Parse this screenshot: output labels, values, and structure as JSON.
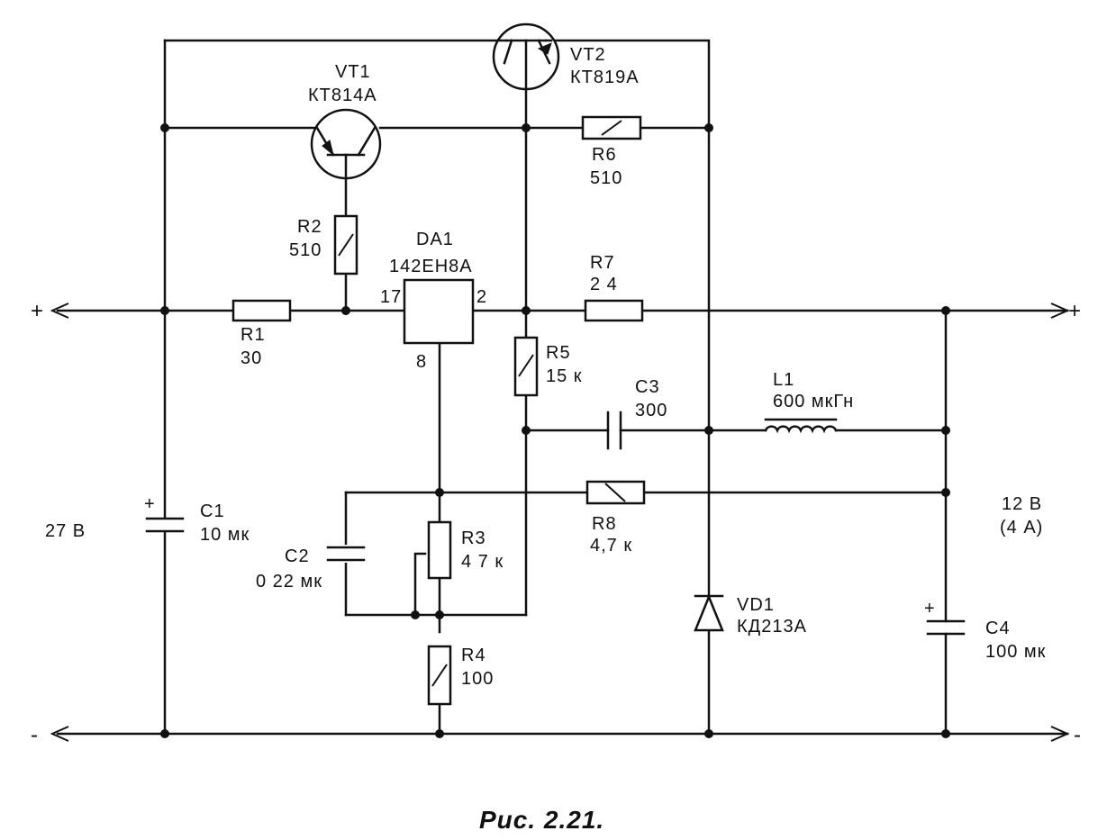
{
  "caption": "Рис. 2.21.",
  "input": {
    "plus": "+",
    "minus": "-",
    "voltage": "27 В"
  },
  "output": {
    "plus": "+",
    "minus": "-",
    "voltage": "12 В",
    "current": "(4 А)"
  },
  "components": {
    "VT1": {
      "ref": "VT1",
      "value": "КТ814А"
    },
    "VT2": {
      "ref": "VT2",
      "value": "КТ819А"
    },
    "DA1": {
      "ref": "DA1",
      "value": "142ЕН8А",
      "pin_in": "17",
      "pin_out": "2",
      "pin_gnd": "8"
    },
    "R1": {
      "ref": "R1",
      "value": "30"
    },
    "R2": {
      "ref": "R2",
      "value": "510"
    },
    "R3": {
      "ref": "R3",
      "value": "4 7 к"
    },
    "R4": {
      "ref": "R4",
      "value": "100"
    },
    "R5": {
      "ref": "R5",
      "value": "15 к"
    },
    "R6": {
      "ref": "R6",
      "value": "510"
    },
    "R7": {
      "ref": "R7",
      "value": "2 4"
    },
    "R8": {
      "ref": "R8",
      "value": "4,7 к"
    },
    "C1": {
      "ref": "C1",
      "value": "10 мк",
      "polarity": "+"
    },
    "C2": {
      "ref": "C2",
      "value": "0 22 мк"
    },
    "C3": {
      "ref": "C3",
      "value": "300"
    },
    "C4": {
      "ref": "C4",
      "value": "100 мк",
      "polarity": "+"
    },
    "L1": {
      "ref": "L1",
      "value": "600 мкГн"
    },
    "VD1": {
      "ref": "VD1",
      "value": "КД213А"
    }
  }
}
